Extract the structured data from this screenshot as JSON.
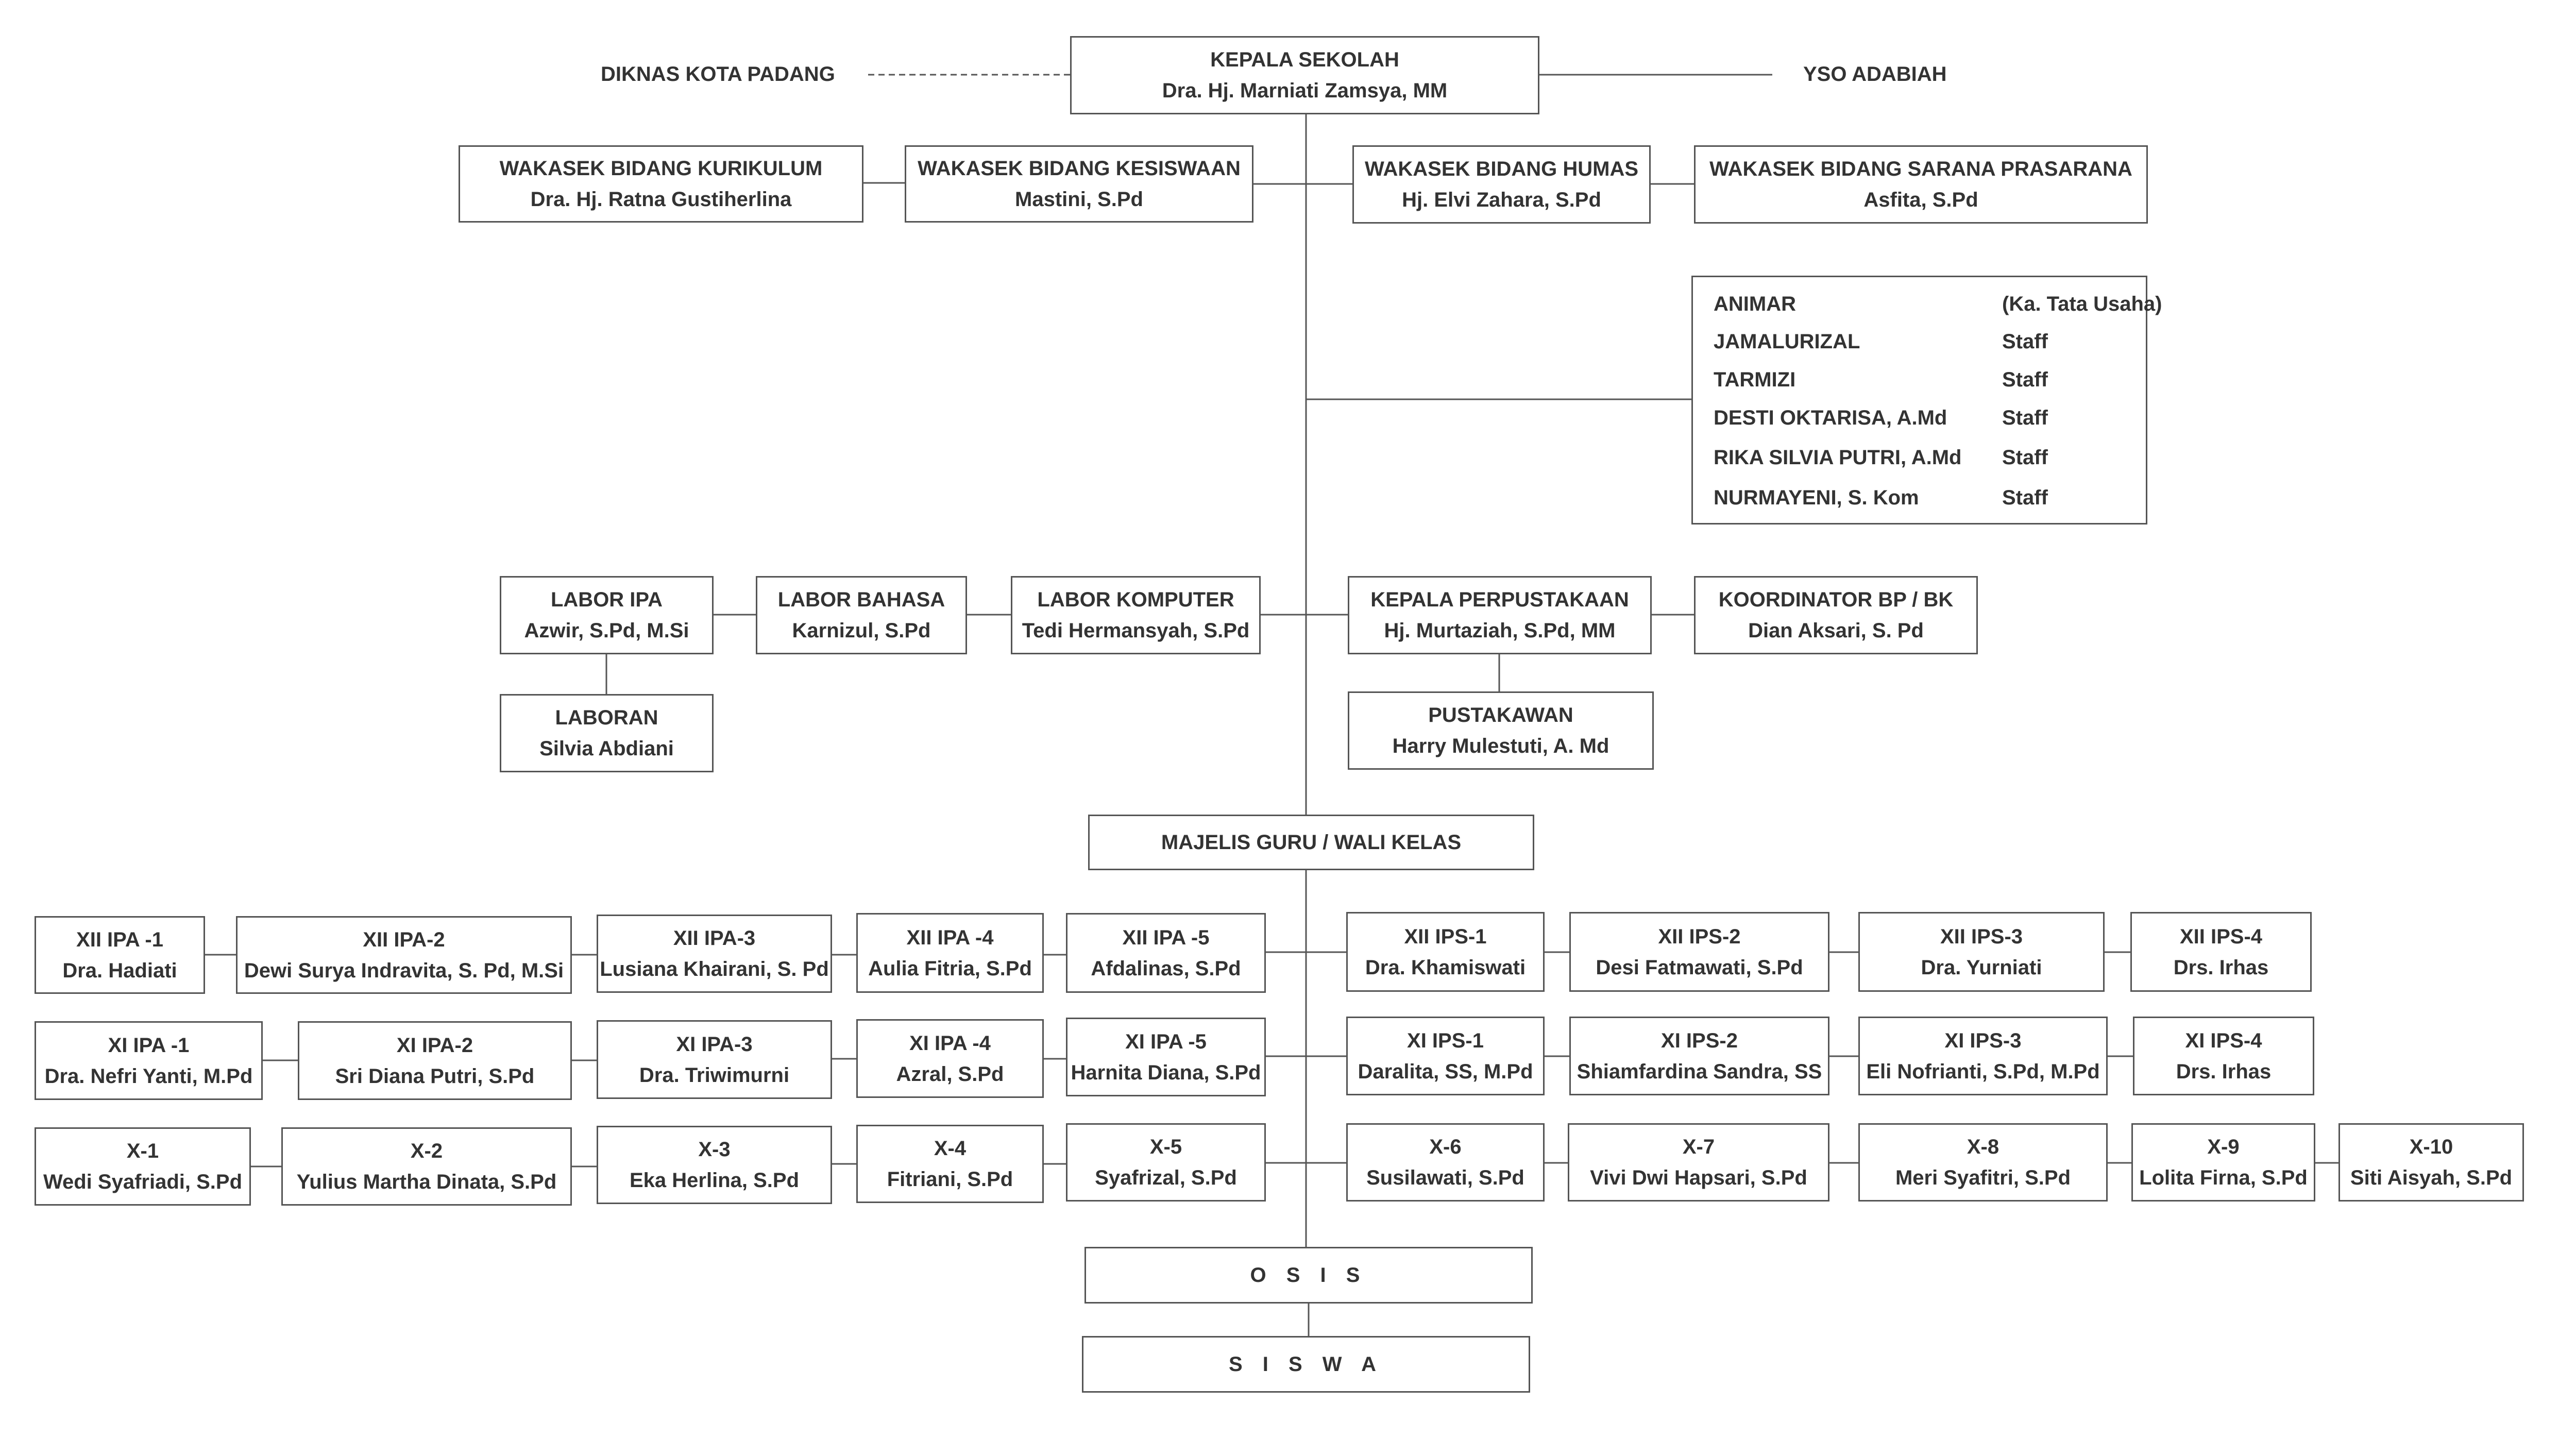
{
  "top": {
    "head": {
      "title": "KEPALA SEKOLAH",
      "name": "Dra. Hj. Marniati Zamsya, MM"
    },
    "left_label": "DIKNAS KOTA PADANG",
    "right_label": "YSO ADABIAH"
  },
  "wakasek": [
    {
      "title": "WAKASEK BIDANG KURIKULUM",
      "name": "Dra. Hj. Ratna Gustiherlina"
    },
    {
      "title": "WAKASEK BIDANG KESISWAAN",
      "name": "Mastini, S.Pd"
    },
    {
      "title": "WAKASEK BIDANG HUMAS",
      "name": "Hj. Elvi Zahara, S.Pd"
    },
    {
      "title": "WAKASEK BIDANG SARANA PRASARANA",
      "name": "Asfita, S.Pd"
    }
  ],
  "tata_usaha": [
    {
      "name": "ANIMAR",
      "position": "(Ka. Tata Usaha)"
    },
    {
      "name": "JAMALURIZAL",
      "position": "Staff"
    },
    {
      "name": "TARMIZI",
      "position": "Staff"
    },
    {
      "name": "DESTI OKTARISA, A.Md",
      "position": "Staff"
    },
    {
      "name": "RIKA SILVIA PUTRI, A.Md",
      "position": "Staff"
    },
    {
      "name": "NURMAYENI, S. Kom",
      "position": "Staff"
    }
  ],
  "units": {
    "labor_ipa": {
      "title": "LABOR IPA",
      "name": "Azwir, S.Pd, M.Si"
    },
    "labor_bahasa": {
      "title": "LABOR BAHASA",
      "name": "Karnizul, S.Pd"
    },
    "labor_komputer": {
      "title": "LABOR KOMPUTER",
      "name": "Tedi Hermansyah, S.Pd"
    },
    "perpustakaan": {
      "title": "KEPALA PERPUSTAKAAN",
      "name": "Hj. Murtaziah, S.Pd, MM"
    },
    "bp_bk": {
      "title": "KOORDINATOR BP / BK",
      "name": "Dian Aksari, S. Pd"
    },
    "laboran": {
      "title": "LABORAN",
      "name": "Silvia Abdiani"
    },
    "pustakawan": {
      "title": "PUSTAKAWAN",
      "name": "Harry Mulestuti, A. Md"
    }
  },
  "majelis": "MAJELIS GURU / WALI KELAS",
  "classes": {
    "xii": [
      {
        "cls": "XII IPA -1",
        "name": "Dra. Hadiati"
      },
      {
        "cls": "XII IPA-2",
        "name": "Dewi Surya Indravita, S. Pd, M.Si"
      },
      {
        "cls": "XII IPA-3",
        "name": "Lusiana Khairani, S. Pd"
      },
      {
        "cls": "XII IPA -4",
        "name": "Aulia Fitria, S.Pd"
      },
      {
        "cls": "XII IPA -5",
        "name": "Afdalinas, S.Pd"
      },
      {
        "cls": "XII IPS-1",
        "name": "Dra. Khamiswati"
      },
      {
        "cls": "XII IPS-2",
        "name": "Desi Fatmawati, S.Pd"
      },
      {
        "cls": "XII IPS-3",
        "name": "Dra. Yurniati"
      },
      {
        "cls": "XII IPS-4",
        "name": "Drs. Irhas"
      }
    ],
    "xi": [
      {
        "cls": "XI IPA -1",
        "name": "Dra. Nefri Yanti, M.Pd"
      },
      {
        "cls": "XI IPA-2",
        "name": "Sri Diana Putri, S.Pd"
      },
      {
        "cls": "XI IPA-3",
        "name": "Dra. Triwimurni"
      },
      {
        "cls": "XI IPA -4",
        "name": "Azral, S.Pd"
      },
      {
        "cls": "XI IPA -5",
        "name": "Harnita Diana, S.Pd"
      },
      {
        "cls": "XI IPS-1",
        "name": "Daralita, SS, M.Pd"
      },
      {
        "cls": "XI IPS-2",
        "name": "Shiamfardina Sandra, SS"
      },
      {
        "cls": "XI IPS-3",
        "name": "Eli Nofrianti, S.Pd, M.Pd"
      },
      {
        "cls": "XI IPS-4",
        "name": "Drs. Irhas"
      }
    ],
    "x": [
      {
        "cls": "X-1",
        "name": "Wedi Syafriadi, S.Pd"
      },
      {
        "cls": "X-2",
        "name": "Yulius Martha Dinata, S.Pd"
      },
      {
        "cls": "X-3",
        "name": "Eka Herlina, S.Pd"
      },
      {
        "cls": "X-4",
        "name": "Fitriani, S.Pd"
      },
      {
        "cls": "X-5",
        "name": "Syafrizal, S.Pd"
      },
      {
        "cls": "X-6",
        "name": "Susilawati, S.Pd"
      },
      {
        "cls": "X-7",
        "name": "Vivi Dwi Hapsari, S.Pd"
      },
      {
        "cls": "X-8",
        "name": "Meri Syafitri, S.Pd"
      },
      {
        "cls": "X-9",
        "name": "Lolita Firna, S.Pd"
      },
      {
        "cls": "X-10",
        "name": "Siti Aisyah, S.Pd"
      }
    ]
  },
  "osis": "O S I S",
  "siswa": "S I S W A"
}
